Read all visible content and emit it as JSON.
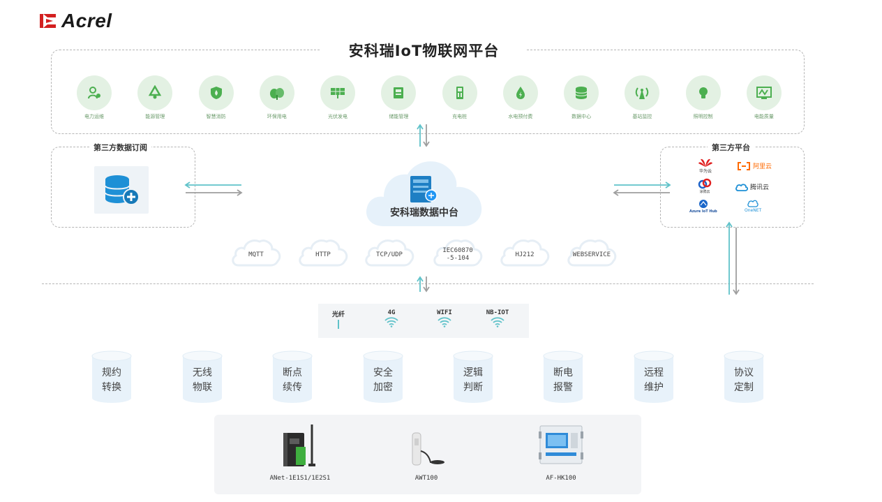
{
  "logo": {
    "text": "Acrel",
    "color": "#d32020"
  },
  "platform": {
    "title": "安科瑞IoT物联网平台",
    "apps": [
      {
        "label": "电力运维",
        "icon": "maintenance-icon"
      },
      {
        "label": "能源管理",
        "icon": "recycle-icon"
      },
      {
        "label": "智慧消防",
        "icon": "fire-shield-icon"
      },
      {
        "label": "环保用电",
        "icon": "leaf-icon"
      },
      {
        "label": "光伏发电",
        "icon": "solar-panel-icon"
      },
      {
        "label": "储能管理",
        "icon": "storage-icon"
      },
      {
        "label": "充电桩",
        "icon": "charger-icon"
      },
      {
        "label": "水电预付费",
        "icon": "water-drop-icon"
      },
      {
        "label": "数据中心",
        "icon": "database-icon"
      },
      {
        "label": "基站监控",
        "icon": "antenna-icon"
      },
      {
        "label": "照明控制",
        "icon": "bulb-icon"
      },
      {
        "label": "电能质量",
        "icon": "meter-icon"
      }
    ]
  },
  "third_party_subscription": {
    "title": "第三方数据订阅"
  },
  "third_party_platform": {
    "title": "第三方平台",
    "logos": [
      {
        "label": "华为云",
        "icon": "huawei-icon"
      },
      {
        "label": "阿里云",
        "icon": "aliyun-icon"
      },
      {
        "label": "涂鸦云",
        "icon": "tuya-icon"
      },
      {
        "label": "腾讯云",
        "icon": "tencent-cloud-icon"
      },
      {
        "label": "Azure IoT Hub",
        "icon": "azure-icon"
      },
      {
        "label": "OneNET",
        "icon": "onenet-icon"
      }
    ]
  },
  "data_center": {
    "label": "安科瑞数据中台"
  },
  "protocols": [
    {
      "lines": [
        "MQTT"
      ]
    },
    {
      "lines": [
        "HTTP"
      ]
    },
    {
      "lines": [
        "TCP/UDP"
      ]
    },
    {
      "lines": [
        "IEC60870",
        "-5-104"
      ]
    },
    {
      "lines": [
        "HJ212"
      ]
    },
    {
      "lines": [
        "WEBSERVICE"
      ]
    }
  ],
  "connectivity": [
    {
      "label": "光纤",
      "icon": "fiber-icon"
    },
    {
      "label": "4G",
      "icon": "wifi-signal-icon"
    },
    {
      "label": "WIFI",
      "icon": "wifi-signal-icon"
    },
    {
      "label": "NB-IOT",
      "icon": "wifi-signal-icon"
    }
  ],
  "features": [
    {
      "line1": "规约",
      "line2": "转换"
    },
    {
      "line1": "无线",
      "line2": "物联"
    },
    {
      "line1": "断点",
      "line2": "续传"
    },
    {
      "line1": "安全",
      "line2": "加密"
    },
    {
      "line1": "逻辑",
      "line2": "判断"
    },
    {
      "line1": "断电",
      "line2": "报警"
    },
    {
      "line1": "远程",
      "line2": "维护"
    },
    {
      "line1": "协议",
      "line2": "定制"
    }
  ],
  "devices": [
    {
      "label": "ANet-1E1S1/1E2S1"
    },
    {
      "label": "AWT100"
    },
    {
      "label": "AF-HK100"
    }
  ],
  "colors": {
    "accent_green": "#4caf50",
    "accent_blue": "#1e90d6",
    "arrow_teal": "#5fc2c9",
    "arrow_gray": "#9e9e9e"
  }
}
